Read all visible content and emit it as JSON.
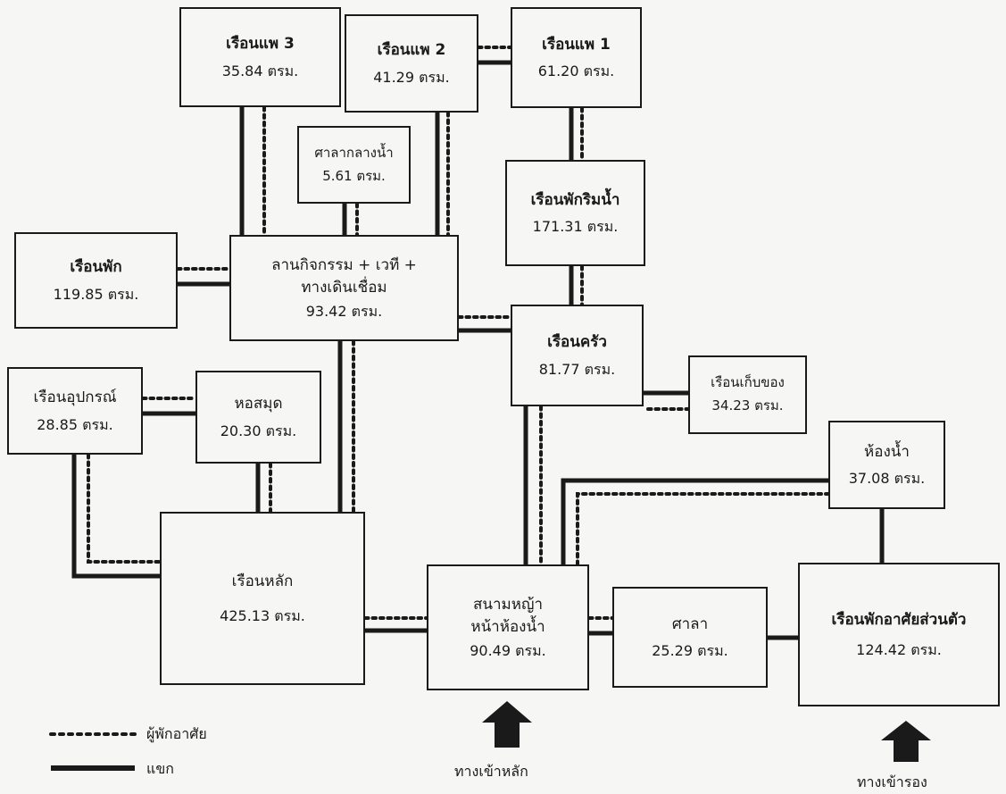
{
  "nodes": {
    "raft3": {
      "label": "เรือนแพ 3",
      "area": "35.84 ตรม."
    },
    "raft2": {
      "label": "เรือนแพ 2",
      "area": "41.29 ตรม."
    },
    "raft1": {
      "label": "เรือนแพ 1",
      "area": "61.20 ตรม."
    },
    "sala_water": {
      "label": "ศาลากลางน้ำ",
      "area": "5.61 ตรม."
    },
    "waterside": {
      "label": "เรือนพักริมน้ำ",
      "area": "171.31 ตรม."
    },
    "guest": {
      "label": "เรือนพัก",
      "area": "119.85 ตรม."
    },
    "plaza": {
      "label": "ลานกิจกรรม + เวที +",
      "label2": "ทางเดินเชื่อม",
      "area": "93.42 ตรม."
    },
    "kitchen": {
      "label": "เรือนครัว",
      "area": "81.77 ตรม."
    },
    "storage": {
      "label": "เรือนเก็บของ",
      "area": "34.23 ตรม."
    },
    "equipment": {
      "label": "เรือนอุปกรณ์",
      "area": "28.85 ตรม."
    },
    "library": {
      "label": "หอสมุด",
      "area": "20.30 ตรม."
    },
    "toilet": {
      "label": "ห้องน้ำ",
      "area": "37.08 ตรม."
    },
    "main": {
      "label": "เรือนหลัก",
      "area": "425.13 ตรม."
    },
    "lawn": {
      "label": "สนามหญ้า",
      "label2": "หน้าห้องน้ำ",
      "area": "90.49 ตรม."
    },
    "sala": {
      "label": "ศาลา",
      "area": "25.29 ตรม."
    },
    "private": {
      "label": "เรือนพักอาศัยส่วนตัว",
      "area": "124.42 ตรม."
    }
  },
  "legend": {
    "resident": "ผู้พักอาศัย",
    "guest": "แขก"
  },
  "entrances": {
    "main": "ทางเข้าหลัก",
    "secondary": "ทางเข้ารอง"
  }
}
